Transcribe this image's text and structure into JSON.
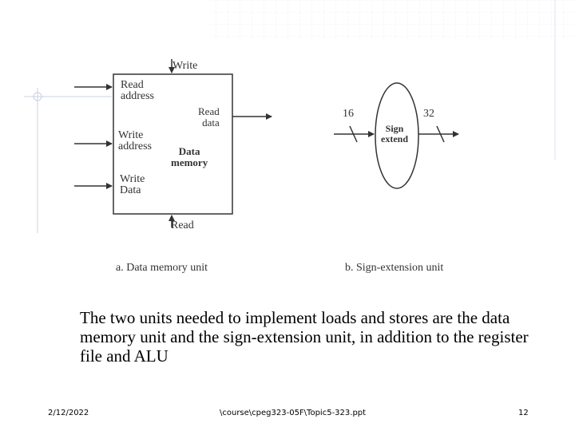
{
  "slide": {
    "memory_unit": {
      "inputs": {
        "write": "Write",
        "read_address": "Read\naddress",
        "write_address": "Write\naddress",
        "write_data": "Write\nData"
      },
      "read_data": "Read\ndata",
      "title": "Data\nmemory",
      "read_control": "Read"
    },
    "sign_extend": {
      "in_width": "16",
      "out_width": "32",
      "title": "Sign\nextend"
    },
    "captions": {
      "a": "a. Data memory unit",
      "b": "b. Sign-extension unit"
    },
    "body_text": "The two units needed to implement loads and stores are the data memory unit and the sign-extension unit, in addition to the register file and ALU",
    "footer": {
      "date": "2/12/2022",
      "path": "\\course\\cpeg323-05F\\Topic5-323.ppt",
      "page": "12"
    },
    "colors": {
      "grid": "#d8dde8",
      "line": "#333333",
      "text": "#000000"
    }
  }
}
